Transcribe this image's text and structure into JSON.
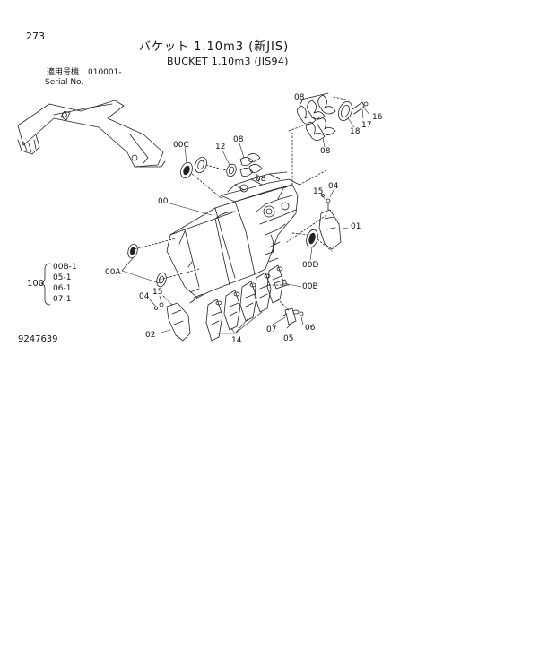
{
  "header": {
    "page_number": "273",
    "title_jp": "バケット 1.10m3 (新JIS)",
    "title_en": "BUCKET 1.10m3 (JIS94)",
    "serial_label_jp": "適用号機",
    "serial_value": "010001-",
    "serial_label_en": "Serial No."
  },
  "callouts": {
    "c08_top": "08",
    "c16": "16",
    "c17": "17",
    "c18": "18",
    "c08_right": "08",
    "c00C": "00C",
    "c12": "12",
    "c08_mid": "08",
    "c08_lower": "08",
    "c00": "00",
    "c15_right": "15",
    "c04_right": "04",
    "c01": "01",
    "c00D": "00D",
    "c00A": "00A",
    "c00B": "00B",
    "c04_left": "04",
    "c15_left": "15",
    "c02": "02",
    "c14": "14",
    "c07": "07",
    "c05": "05",
    "c06": "06"
  },
  "kit": {
    "number": "100",
    "items": [
      "00B-1",
      "05-1",
      "06-1",
      "07-1"
    ]
  },
  "drawing_number": "9247639"
}
